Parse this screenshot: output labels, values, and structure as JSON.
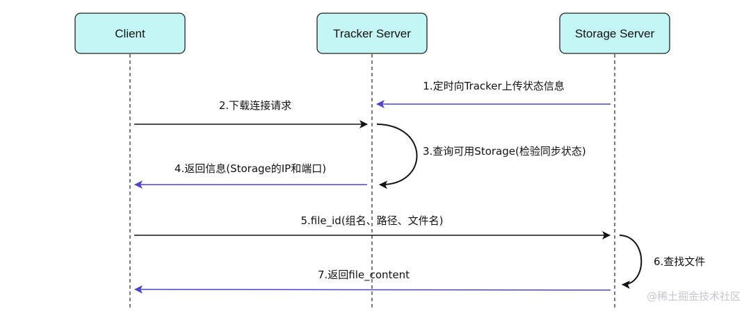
{
  "colors": {
    "actor_fill": "#c4f6f6",
    "actor_stroke": "#222222",
    "request_arrow": "#111111",
    "response_arrow": "#4a45c9",
    "watermark": "#c3c6cc"
  },
  "actors": [
    {
      "id": "client",
      "label": "Client"
    },
    {
      "id": "tracker",
      "label": "Tracker Server"
    },
    {
      "id": "storage",
      "label": "Storage Server"
    }
  ],
  "messages": [
    {
      "step": 1,
      "label": "1.定时向Tracker上传状态信息",
      "from": "storage",
      "to": "tracker",
      "kind": "response"
    },
    {
      "step": 2,
      "label": "2.下载连接请求",
      "from": "client",
      "to": "tracker",
      "kind": "request"
    },
    {
      "step": 3,
      "label": "3.查询可用Storage(检验同步状态)",
      "from": "tracker",
      "to": "tracker",
      "kind": "self"
    },
    {
      "step": 4,
      "label": "4.返回信息(Storage的IP和端口)",
      "from": "tracker",
      "to": "client",
      "kind": "response"
    },
    {
      "step": 5,
      "label": "5.file_id(组名、路径、文件名)",
      "from": "client",
      "to": "storage",
      "kind": "request"
    },
    {
      "step": 6,
      "label": "6.查找文件",
      "from": "storage",
      "to": "storage",
      "kind": "self"
    },
    {
      "step": 7,
      "label": "7.返回file_content",
      "from": "storage",
      "to": "client",
      "kind": "response"
    }
  ],
  "watermark": "@稀土掘金技术社区"
}
